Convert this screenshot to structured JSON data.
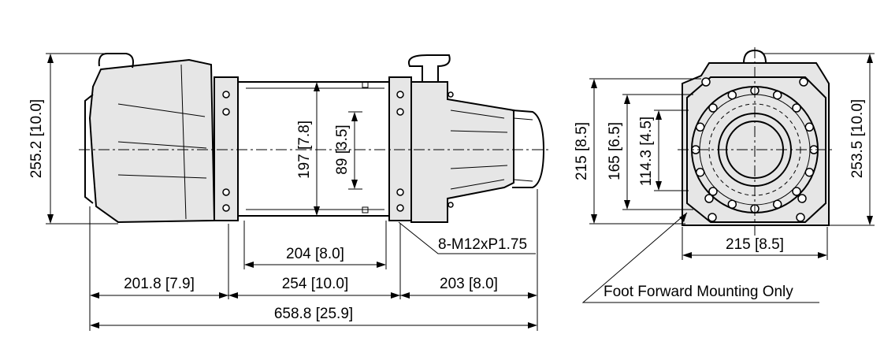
{
  "dimensions": {
    "height_left": "255.2 [10.0]",
    "drum_height": "197 [7.8]",
    "mount_height": "89 [3.5]",
    "drum_width_inner": "204 [8.0]",
    "motor_length": "201.8 [7.9]",
    "drum_length": "254 [10.0]",
    "gear_length": "203 [8.0]",
    "overall_length": "658.8 [25.9]",
    "bolt_spec": "8-M12xP1.75",
    "end_height": "215 [8.5]",
    "end_165": "165 [6.5]",
    "end_114": "114.3 [4.5]",
    "end_height_right": "253.5 [10.0]",
    "end_width": "215 [8.5]",
    "note": "Foot Forward Mounting Only"
  }
}
